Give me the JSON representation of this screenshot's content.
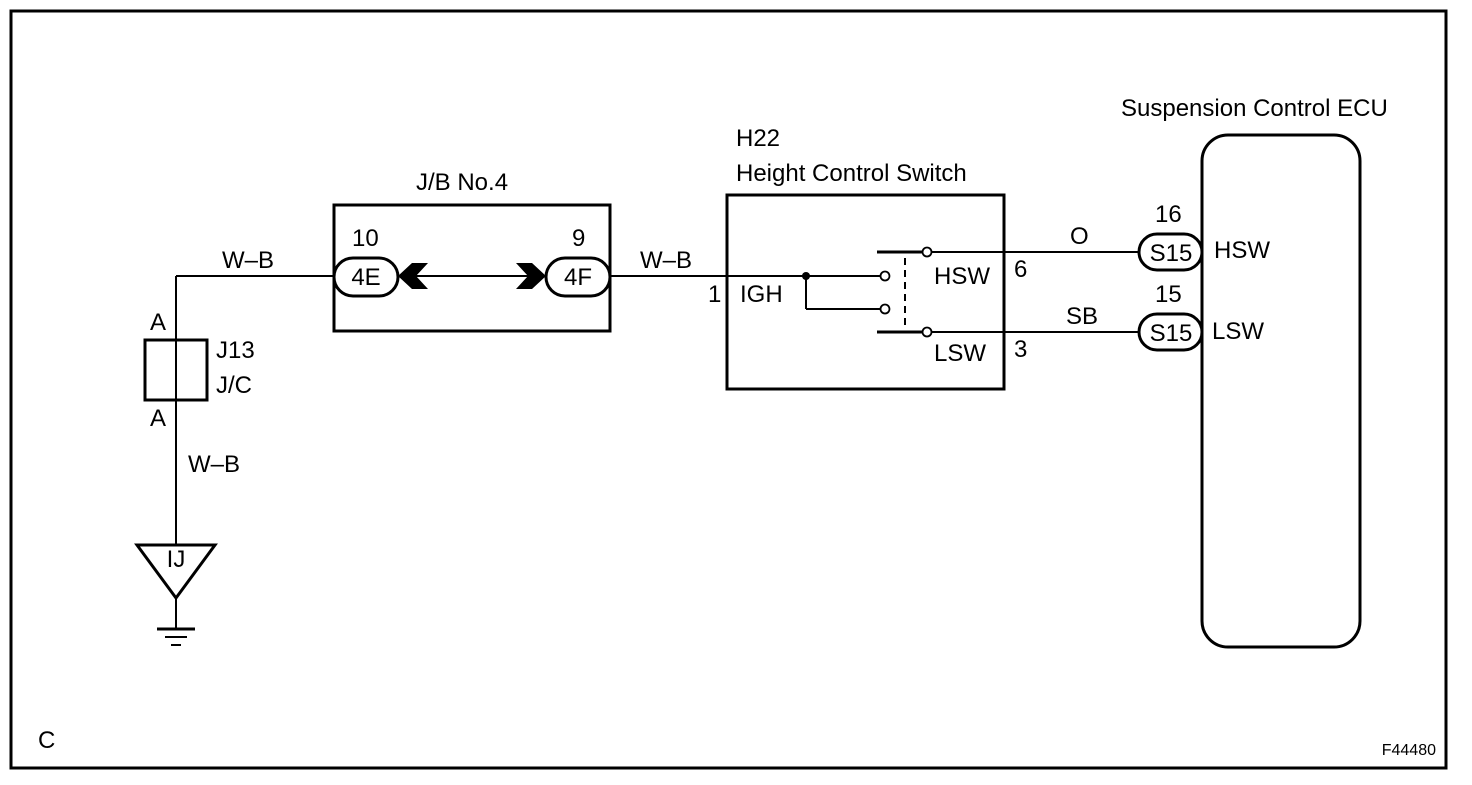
{
  "diagram": {
    "page_corner_code": "C",
    "figure_id": "F44480",
    "jb": {
      "title": "J/B No.4",
      "left_pin": "10",
      "left_connector": "4E",
      "right_pin": "9",
      "right_connector": "4F"
    },
    "jc": {
      "id": "J13",
      "type": "J/C",
      "top_terminal": "A",
      "bottom_terminal": "A"
    },
    "ground": {
      "label": "IJ"
    },
    "switch": {
      "id": "H22",
      "name": "Height Control Switch",
      "igh_pin": "1",
      "igh_label": "IGH",
      "hsw_label": "HSW",
      "hsw_pin": "6",
      "lsw_label": "LSW",
      "lsw_pin": "3"
    },
    "ecu": {
      "name": "Suspension Control ECU",
      "hsw_pin": "16",
      "hsw_connector": "S15",
      "hsw_label": "HSW",
      "lsw_pin": "15",
      "lsw_connector": "S15",
      "lsw_label": "LSW"
    },
    "wires": {
      "wb_top": "W–B",
      "wb_mid": "W–B",
      "wb_bottom": "W–B",
      "hsw_color": "O",
      "lsw_color": "SB"
    }
  }
}
